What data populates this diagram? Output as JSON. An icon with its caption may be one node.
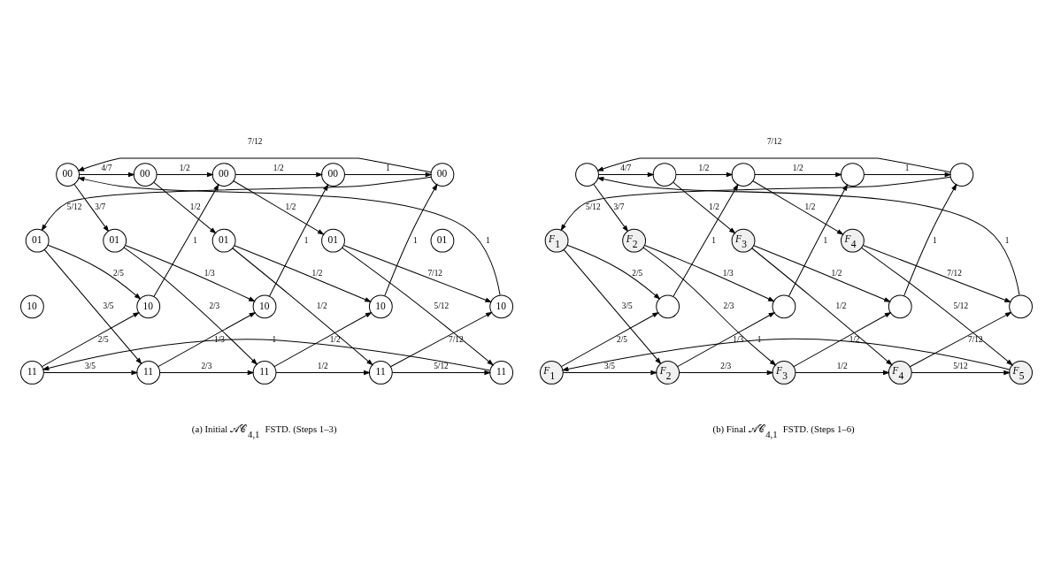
{
  "diagram": {
    "nodes": [
      {
        "text": [
          "00"
        ]
      },
      {
        "text": [
          "00"
        ]
      },
      {
        "text": [
          "00"
        ]
      },
      {
        "text": [
          "00"
        ]
      },
      {
        "text": [
          "00"
        ]
      },
      {
        "text": [
          "01"
        ]
      },
      {
        "text": [
          "01"
        ]
      },
      {
        "text": [
          "01"
        ]
      },
      {
        "text": [
          "01"
        ]
      },
      {
        "text": [
          "01"
        ]
      },
      {
        "text": [
          "10"
        ]
      },
      {
        "text": [
          "10"
        ]
      },
      {
        "text": [
          "10"
        ]
      },
      {
        "text": [
          "10"
        ]
      },
      {
        "text": [
          "10"
        ]
      },
      {
        "text": [
          "11"
        ]
      },
      {
        "text": [
          "11"
        ]
      },
      {
        "text": [
          "11"
        ]
      },
      {
        "text": [
          "11"
        ]
      },
      {
        "text": [
          "11"
        ]
      },
      {
        "text": [],
        "shape": "circle"
      },
      {
        "text": [],
        "shape": "circle"
      },
      {
        "text": [],
        "shape": "circle"
      },
      {
        "text": [],
        "shape": "circle"
      },
      {
        "text": [],
        "shape": "circle"
      },
      {
        "text": [
          "*F*$_{1}$"
        ]
      },
      {
        "text": [
          "*F*$_{2}$"
        ]
      },
      {
        "text": [
          "*F*$_{3}$"
        ]
      },
      {
        "text": [
          "*F*$_{4}$"
        ]
      },
      {
        "text": [],
        "shape": "circle"
      },
      {
        "text": [],
        "shape": "circle"
      },
      {
        "text": [],
        "shape": "circle"
      },
      {
        "text": [],
        "shape": "circle"
      },
      {
        "text": [
          "*F*$_{1}$"
        ]
      },
      {
        "text": [
          "*F*$_{2}$"
        ]
      },
      {
        "text": [
          "*F*$_{3}$"
        ]
      },
      {
        "text": [
          "*F*$_{4}$"
        ]
      },
      {
        "text": [
          "*F*$_{5}$"
        ]
      }
    ],
    "edges": [
      {
        "from": 0,
        "to": 1,
        "arrow": "to",
        "label": "4/7"
      },
      {
        "from": 1,
        "to": 2,
        "arrow": "to",
        "label": "1/2"
      },
      {
        "from": 2,
        "to": 3,
        "arrow": "to",
        "label": "1/2"
      },
      {
        "from": 3,
        "to": 4,
        "arrow": "to",
        "label": "1"
      },
      {
        "from": 0,
        "to": 6,
        "arrow": "to",
        "label": "3/7"
      },
      {
        "from": 1,
        "to": 7,
        "arrow": "to",
        "label": "1/2"
      },
      {
        "from": 2,
        "to": 8,
        "arrow": "to",
        "label": "1/2"
      },
      {
        "from": 11,
        "to": 2,
        "arrow": "to",
        "label": "1"
      },
      {
        "from": 12,
        "to": 3,
        "arrow": "to",
        "label": "1"
      },
      {
        "from": 13,
        "to": 4,
        "arrow": "to",
        "label": "1"
      },
      {
        "from": 5,
        "to": 11,
        "arrow": "to",
        "label": "2/5"
      },
      {
        "from": 6,
        "to": 12,
        "arrow": "to",
        "label": "1/3"
      },
      {
        "from": 7,
        "to": 13,
        "arrow": "to",
        "label": "1/2"
      },
      {
        "from": 8,
        "to": 14,
        "arrow": "to",
        "label": "7/12"
      },
      {
        "from": 5,
        "to": 16,
        "arrow": "to",
        "label": "3/5"
      },
      {
        "from": 6,
        "to": 17,
        "arrow": "to",
        "label": "2/3"
      },
      {
        "from": 7,
        "to": 18,
        "arrow": "to",
        "label": "1/2"
      },
      {
        "from": 8,
        "to": 19,
        "arrow": "to",
        "label": "5/12"
      },
      {
        "from": 15,
        "to": 11,
        "arrow": "to",
        "label": "2/5"
      },
      {
        "from": 16,
        "to": 12,
        "arrow": "to",
        "label": "1/3"
      },
      {
        "from": 17,
        "to": 13,
        "arrow": "to",
        "label": "1/2"
      },
      {
        "from": 18,
        "to": 14,
        "arrow": "to",
        "label": "7/12"
      },
      {
        "from": 15,
        "to": 16,
        "arrow": "to",
        "label": "3/5"
      },
      {
        "from": 16,
        "to": 17,
        "arrow": "to",
        "label": "2/3"
      },
      {
        "from": 17,
        "to": 18,
        "arrow": "to",
        "label": "1/2"
      },
      {
        "from": 18,
        "to": 19,
        "arrow": "to",
        "label": "5/12"
      },
      {
        "from": 4,
        "to": 0,
        "arrow": "to",
        "label": "7/12"
      },
      {
        "from": 4,
        "to": 5,
        "arrow": "to",
        "label": "5/12"
      },
      {
        "from": 14,
        "to": 0,
        "arrow": "to",
        "label": "1"
      },
      {
        "from": 19,
        "to": 15,
        "arrow": "to",
        "label": "1"
      },
      {
        "from": 20,
        "to": 21,
        "arrow": "to",
        "label": "4/7"
      },
      {
        "from": 21,
        "to": 22,
        "arrow": "to",
        "label": "1/2"
      },
      {
        "from": 22,
        "to": 23,
        "arrow": "to",
        "label": "1/2"
      },
      {
        "from": 23,
        "to": 24,
        "arrow": "to",
        "label": "1"
      },
      {
        "from": 20,
        "to": 26,
        "arrow": "to",
        "label": "3/7"
      },
      {
        "from": 21,
        "to": 27,
        "arrow": "to",
        "label": "1/2"
      },
      {
        "from": 22,
        "to": 28,
        "arrow": "to",
        "label": "1/2"
      },
      {
        "from": 29,
        "to": 22,
        "arrow": "to",
        "label": "1"
      },
      {
        "from": 30,
        "to": 23,
        "arrow": "to",
        "label": "1"
      },
      {
        "from": 31,
        "to": 24,
        "arrow": "to",
        "label": "1"
      },
      {
        "from": 25,
        "to": 29,
        "arrow": "to",
        "label": "2/5"
      },
      {
        "from": 26,
        "to": 30,
        "arrow": "to",
        "label": "1/3"
      },
      {
        "from": 27,
        "to": 31,
        "arrow": "to",
        "label": "1/2"
      },
      {
        "from": 28,
        "to": 32,
        "arrow": "to",
        "label": "7/12"
      },
      {
        "from": 25,
        "to": 34,
        "arrow": "to",
        "label": "3/5"
      },
      {
        "from": 26,
        "to": 35,
        "arrow": "to",
        "label": "2/3"
      },
      {
        "from": 27,
        "to": 36,
        "arrow": "to",
        "label": "1/2"
      },
      {
        "from": 28,
        "to": 37,
        "arrow": "to",
        "label": "5/12"
      },
      {
        "from": 33,
        "to": 29,
        "arrow": "to",
        "label": "2/5"
      },
      {
        "from": 34,
        "to": 30,
        "arrow": "to",
        "label": "1/3"
      },
      {
        "from": 35,
        "to": 31,
        "arrow": "to",
        "label": "1/2"
      },
      {
        "from": 36,
        "to": 32,
        "arrow": "to",
        "label": "7/12"
      },
      {
        "from": 33,
        "to": 34,
        "arrow": "to",
        "label": "3/5"
      },
      {
        "from": 34,
        "to": 35,
        "arrow": "to",
        "label": "2/3"
      },
      {
        "from": 35,
        "to": 36,
        "arrow": "to",
        "label": "1/2"
      },
      {
        "from": 36,
        "to": 37,
        "arrow": "to",
        "label": "5/12"
      },
      {
        "from": 24,
        "to": 20,
        "arrow": "to",
        "label": "7/12"
      },
      {
        "from": 24,
        "to": 25,
        "arrow": "to",
        "label": "5/12"
      },
      {
        "from": 32,
        "to": 20,
        "arrow": "to",
        "label": "1"
      },
      {
        "from": 37,
        "to": 33,
        "arrow": "to",
        "label": "1"
      }
    ],
    "labels": [
      "(a) Initial 𝒜𝒞$_{4,1}$ FSTD. (Steps 1–3)",
      "(b) Final 𝒜𝒞$_{4,1}$ FSTD. (Steps 1–6)"
    ]
  }
}
